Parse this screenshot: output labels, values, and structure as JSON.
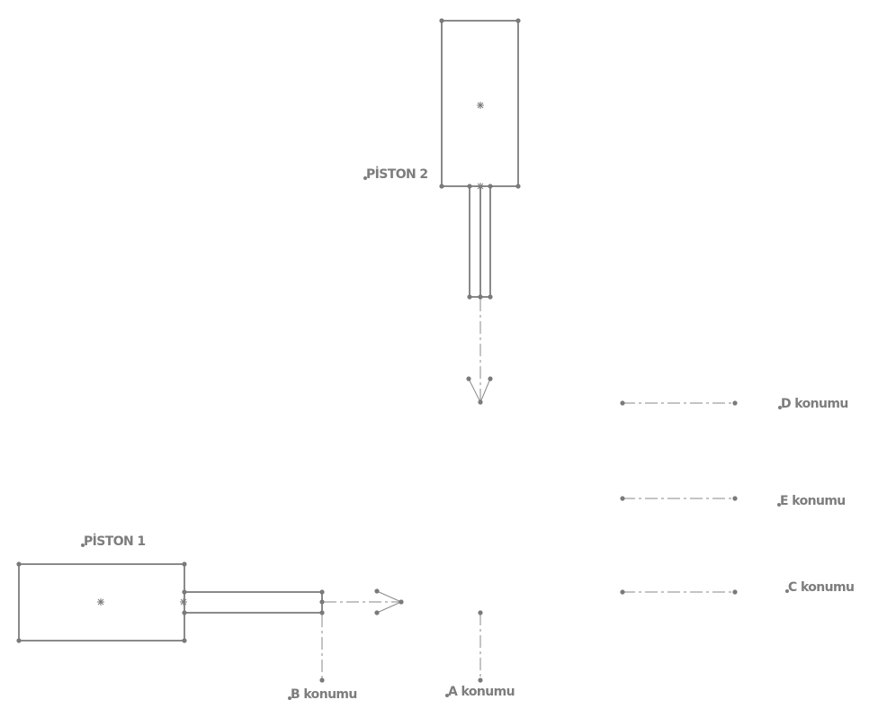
{
  "labels": {
    "piston_2": "PİSTON 2",
    "piston_1": "PİSTON 1",
    "d_position": "D konumu",
    "e_position": "E konumu",
    "c_position": "C konumu",
    "b_position": "B konumu",
    "a_position": "A konumu"
  },
  "colors": {
    "line": "#8a8a8a",
    "text": "#7d7d7d",
    "background": "#ffffff"
  }
}
